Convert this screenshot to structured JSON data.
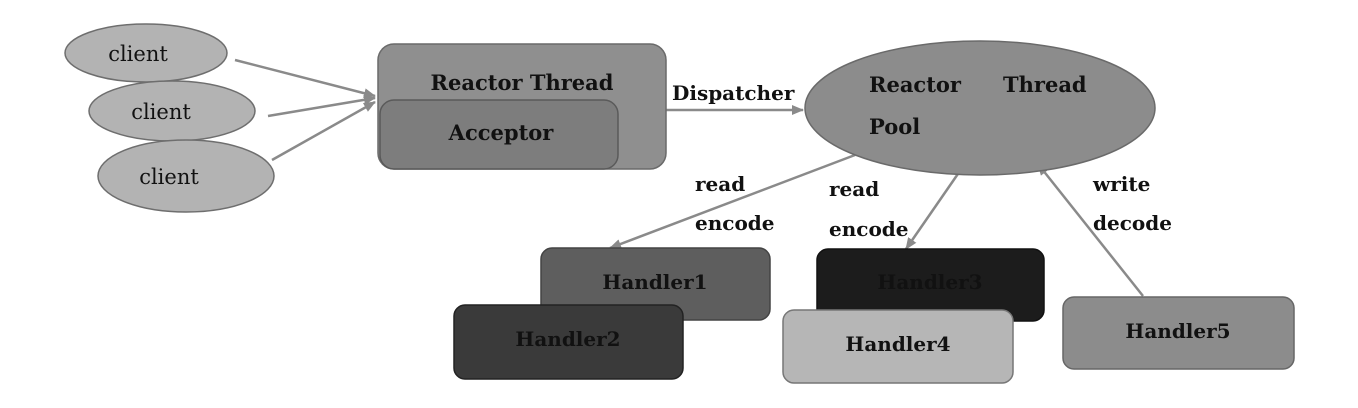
{
  "clients": [
    {
      "label": "client"
    },
    {
      "label": "client"
    },
    {
      "label": "client"
    }
  ],
  "acceptor_group": {
    "title": "Reactor Thread",
    "acceptor_label": "Acceptor"
  },
  "dispatcher_label": "Dispatcher",
  "thread_pool": {
    "label_reactor": "Reactor",
    "label_thread": "Thread",
    "label_pool": "Pool"
  },
  "edge_labels": {
    "read_1": "read",
    "encode_1": "encode",
    "read_2": "read",
    "encode_2": "encode",
    "write": "write",
    "decode": "decode"
  },
  "handlers": [
    {
      "label": "Handler1",
      "color": "#5e5e5e"
    },
    {
      "label": "Handler2",
      "color": "#3a3a3a"
    },
    {
      "label": "Handler3",
      "color": "#1c1c1c"
    },
    {
      "label": "Handler4",
      "color": "#b6b6b6"
    },
    {
      "label": "Handler5",
      "color": "#8c8c8c"
    }
  ],
  "colors": {
    "client_fill": "#b3b3b3",
    "acceptor_group_fill": "#8f8f8f",
    "acceptor_fill": "#7d7d7d",
    "pool_fill": "#8c8c8c",
    "arrow": "#8a8a8a"
  }
}
